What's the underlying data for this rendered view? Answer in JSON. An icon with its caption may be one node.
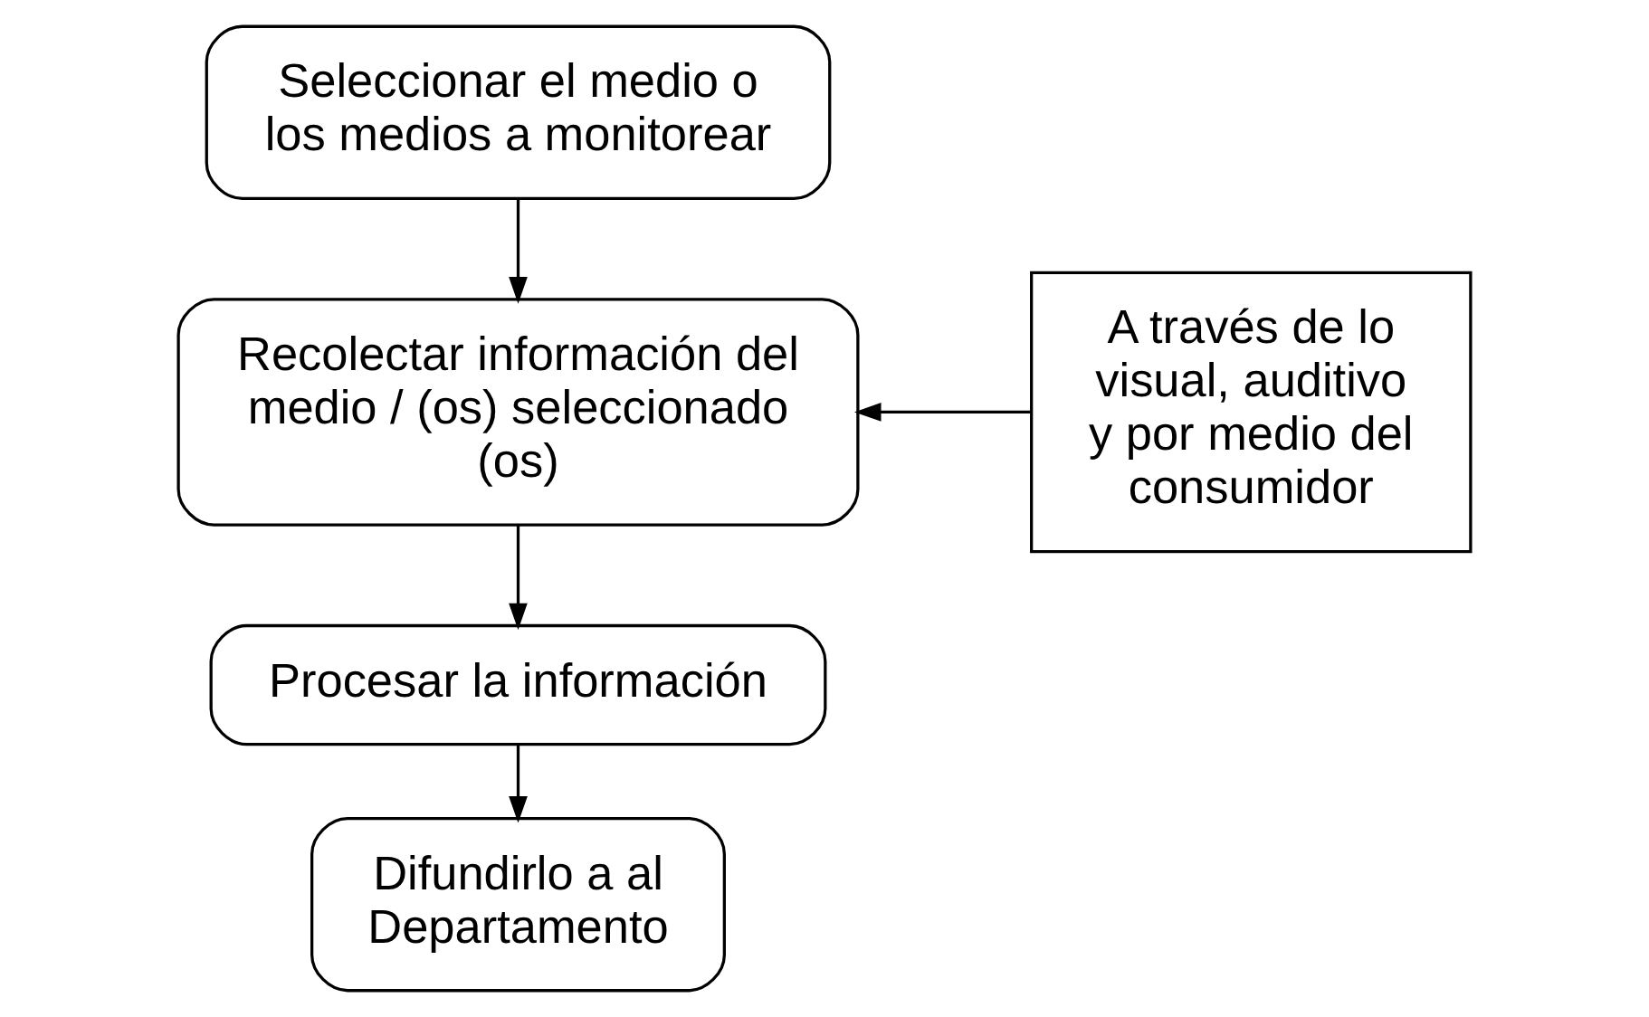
{
  "diagram": {
    "nodes": [
      {
        "text": [
          "Seleccionar el medio o los medios a monitorear"
        ]
      },
      {
        "text": [
          "Recolectar información del medio / (os) seleccionado (os)"
        ]
      },
      {
        "text": [
          "Procesar la información"
        ]
      },
      {
        "text": [
          "Difundirlo a al Departamento"
        ]
      },
      {
        "text": [
          "A través de lo visual, auditivo y por medio del consumidor"
        ]
      }
    ],
    "edges": [
      {
        "from": 0,
        "to": 1,
        "arrow": "to"
      },
      {
        "from": 4,
        "to": 1,
        "arrow": "to"
      },
      {
        "from": 1,
        "to": 2,
        "arrow": "to"
      },
      {
        "from": 2,
        "to": 3,
        "arrow": "to"
      }
    ]
  }
}
